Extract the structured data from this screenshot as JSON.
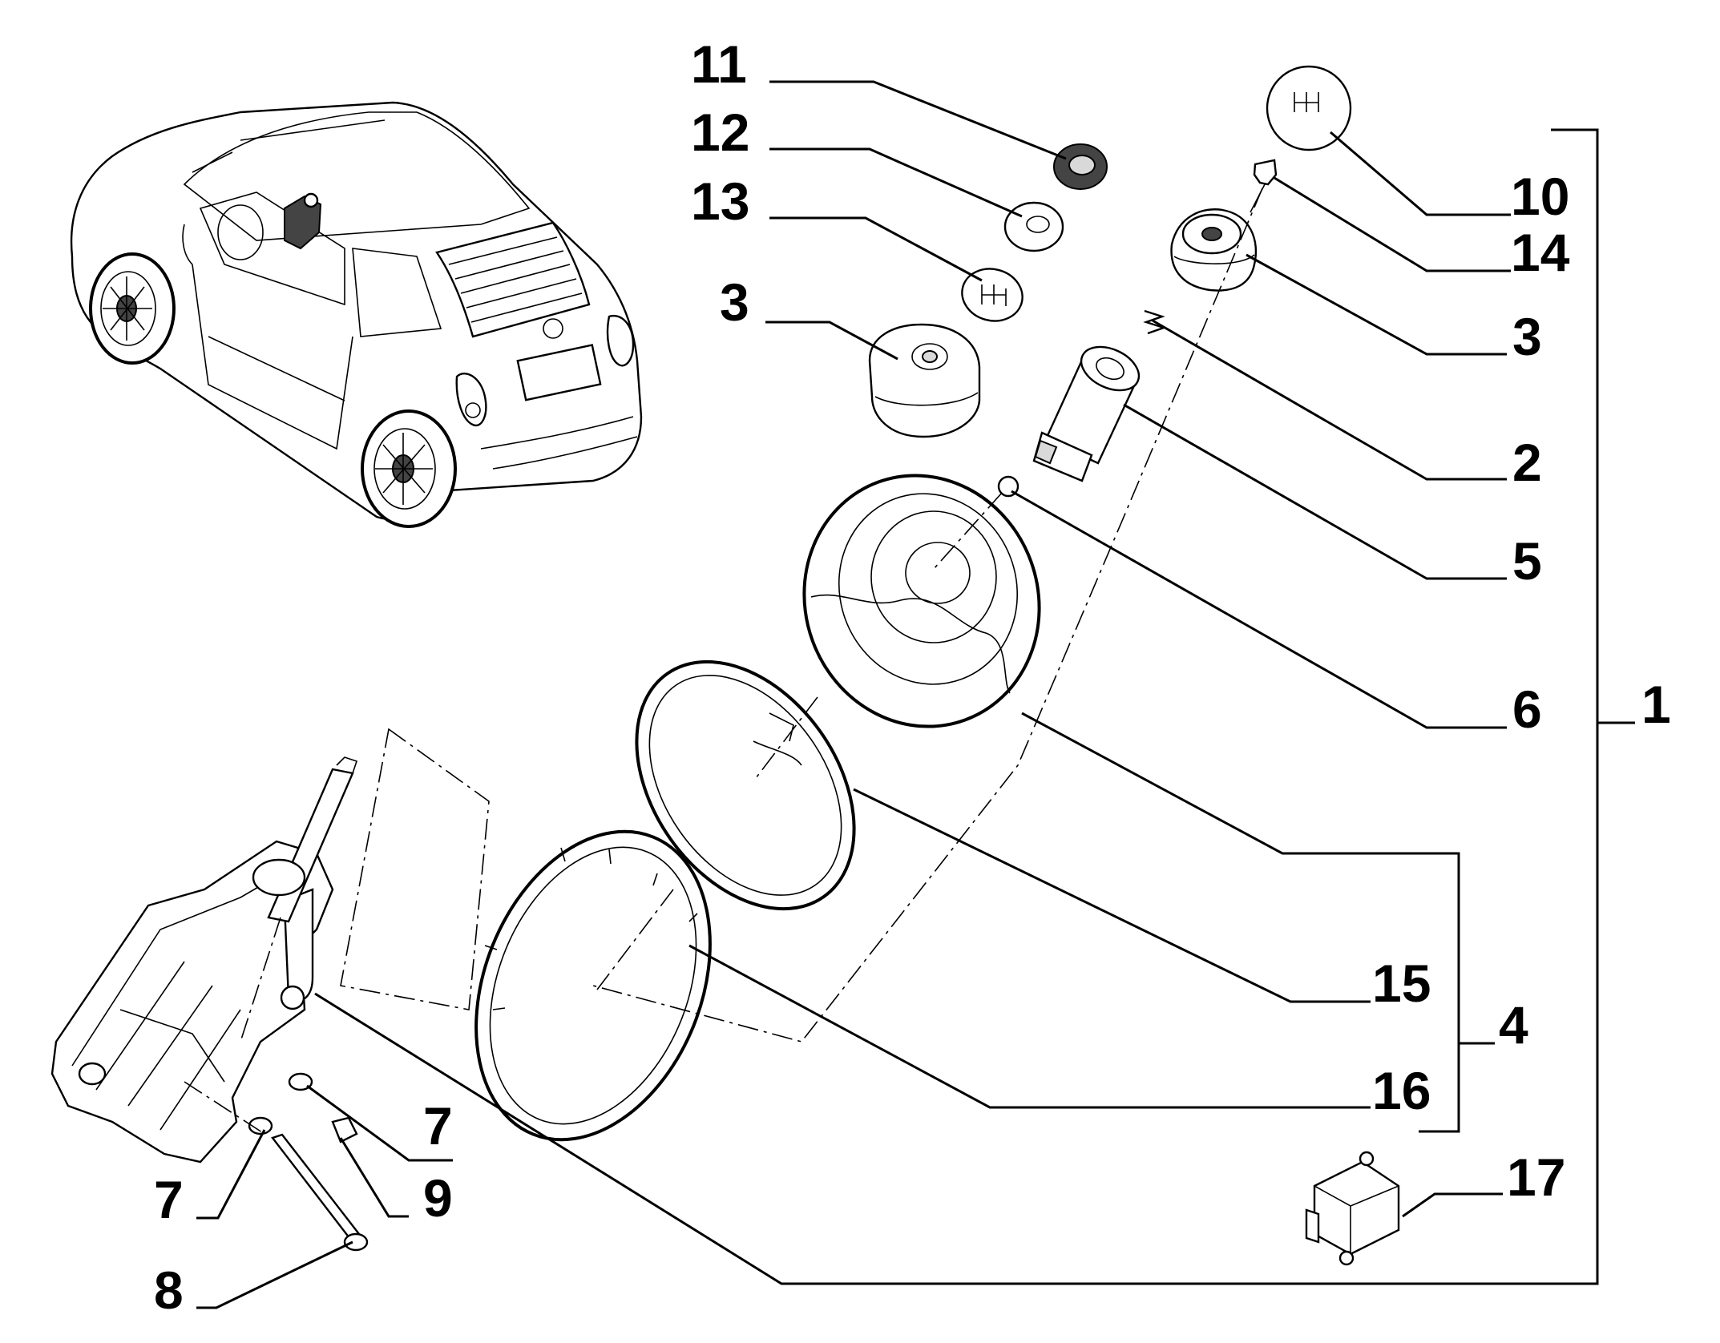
{
  "callouts": {
    "c1": "1",
    "c2": "2",
    "c3a": "3",
    "c3b": "3",
    "c4": "4",
    "c5": "5",
    "c6": "6",
    "c7a": "7",
    "c7b": "7",
    "c8": "8",
    "c9": "9",
    "c10": "10",
    "c11": "11",
    "c12": "12",
    "c13": "13",
    "c14": "14",
    "c15": "15",
    "c16": "16",
    "c17": "17"
  }
}
